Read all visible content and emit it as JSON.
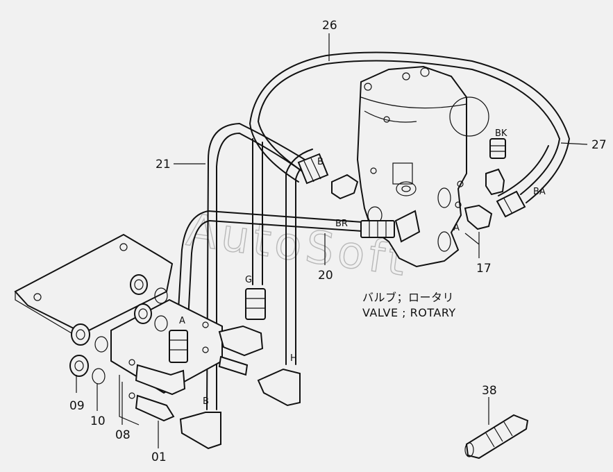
{
  "watermark": "AutoSoft",
  "caption": {
    "jp": "バルブ；ロータリ",
    "en": "VALVE ; ROTARY"
  },
  "part_numbers": {
    "p26": "26",
    "p27": "27",
    "p21": "21",
    "p20": "20",
    "p17": "17",
    "p38": "38",
    "p09": "09",
    "p10": "10",
    "p08": "08",
    "p01": "01"
  },
  "port_labels": {
    "bk": "BK",
    "ba": "BA",
    "br": "BR",
    "b_top": "B",
    "a_right": "A",
    "a_left": "A",
    "g": "G",
    "h": "H",
    "b_bottom": "B"
  }
}
